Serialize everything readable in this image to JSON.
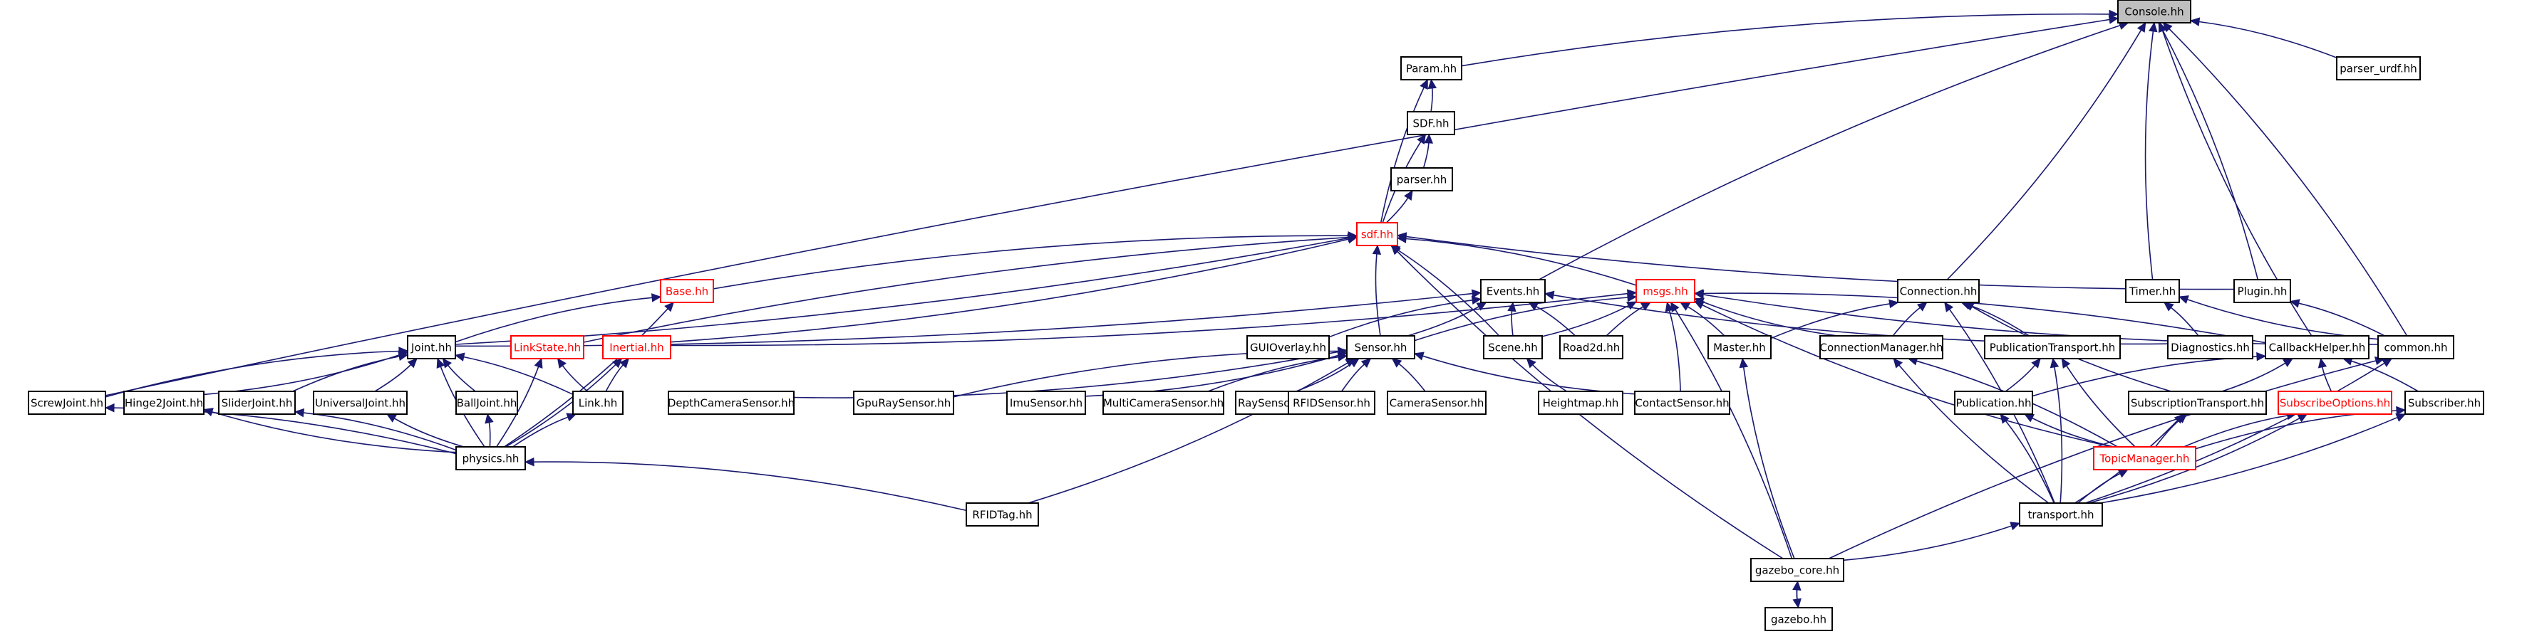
{
  "diagram": {
    "colors": {
      "edge": "#191970",
      "node_border": "#000000",
      "highlight_border": "#ff0000",
      "root_fill": "#bfbfbf"
    },
    "nodes": [
      {
        "id": "console",
        "label": "Console.hh",
        "style": "root"
      },
      {
        "id": "param",
        "label": "Param.hh"
      },
      {
        "id": "parser_urdf",
        "label": "parser_urdf.hh"
      },
      {
        "id": "sdf_hh",
        "label": "SDF.hh"
      },
      {
        "id": "parser",
        "label": "parser.hh"
      },
      {
        "id": "sdf",
        "label": "sdf.hh",
        "style": "red"
      },
      {
        "id": "base",
        "label": "Base.hh",
        "style": "red"
      },
      {
        "id": "events",
        "label": "Events.hh"
      },
      {
        "id": "msgs",
        "label": "msgs.hh",
        "style": "red"
      },
      {
        "id": "connection",
        "label": "Connection.hh"
      },
      {
        "id": "timer",
        "label": "Timer.hh"
      },
      {
        "id": "plugin",
        "label": "Plugin.hh"
      },
      {
        "id": "joint",
        "label": "Joint.hh"
      },
      {
        "id": "linkstate",
        "label": "LinkState.hh",
        "style": "red"
      },
      {
        "id": "inertial",
        "label": "Inertial.hh",
        "style": "red"
      },
      {
        "id": "guioverlay",
        "label": "GUIOverlay.hh"
      },
      {
        "id": "sensor",
        "label": "Sensor.hh"
      },
      {
        "id": "scene",
        "label": "Scene.hh"
      },
      {
        "id": "road2d",
        "label": "Road2d.hh"
      },
      {
        "id": "master",
        "label": "Master.hh"
      },
      {
        "id": "connmgr",
        "label": "ConnectionManager.hh"
      },
      {
        "id": "pubtransport",
        "label": "PublicationTransport.hh"
      },
      {
        "id": "diagnostics",
        "label": "Diagnostics.hh"
      },
      {
        "id": "callbackhelper",
        "label": "CallbackHelper.hh"
      },
      {
        "id": "common",
        "label": "common.hh"
      },
      {
        "id": "screwjoint",
        "label": "ScrewJoint.hh"
      },
      {
        "id": "hinge2joint",
        "label": "Hinge2Joint.hh"
      },
      {
        "id": "sliderjoint",
        "label": "SliderJoint.hh"
      },
      {
        "id": "universaljoint",
        "label": "UniversalJoint.hh"
      },
      {
        "id": "balljoint",
        "label": "BallJoint.hh"
      },
      {
        "id": "link",
        "label": "Link.hh"
      },
      {
        "id": "depthcam",
        "label": "DepthCameraSensor.hh"
      },
      {
        "id": "gpuray",
        "label": "GpuRaySensor.hh"
      },
      {
        "id": "imu",
        "label": "ImuSensor.hh"
      },
      {
        "id": "multicam",
        "label": "MultiCameraSensor.hh"
      },
      {
        "id": "ray",
        "label": "RaySensor.hh"
      },
      {
        "id": "rfidsensor",
        "label": "RFIDSensor.hh"
      },
      {
        "id": "camera",
        "label": "CameraSensor.hh"
      },
      {
        "id": "heightmap",
        "label": "Heightmap.hh"
      },
      {
        "id": "contact",
        "label": "ContactSensor.hh"
      },
      {
        "id": "publication",
        "label": "Publication.hh"
      },
      {
        "id": "subtransport",
        "label": "SubscriptionTransport.hh"
      },
      {
        "id": "subopts",
        "label": "SubscribeOptions.hh",
        "style": "red"
      },
      {
        "id": "subscriber",
        "label": "Subscriber.hh"
      },
      {
        "id": "physics",
        "label": "physics.hh"
      },
      {
        "id": "topicmgr",
        "label": "TopicManager.hh",
        "style": "red"
      },
      {
        "id": "rfidtag",
        "label": "RFIDTag.hh"
      },
      {
        "id": "transport",
        "label": "transport.hh"
      },
      {
        "id": "gazebo_core",
        "label": "gazebo_core.hh"
      },
      {
        "id": "gazebo",
        "label": "gazebo.hh"
      }
    ],
    "edges": [
      [
        "param",
        "console"
      ],
      [
        "parser_urdf",
        "console"
      ],
      [
        "events",
        "console"
      ],
      [
        "connection",
        "console"
      ],
      [
        "timer",
        "console"
      ],
      [
        "plugin",
        "console"
      ],
      [
        "callbackhelper",
        "console"
      ],
      [
        "common",
        "console"
      ],
      [
        "screwjoint",
        "console"
      ],
      [
        "sdf_hh",
        "param"
      ],
      [
        "sdf",
        "param"
      ],
      [
        "parser",
        "sdf_hh"
      ],
      [
        "sdf",
        "sdf_hh"
      ],
      [
        "sdf",
        "parser"
      ],
      [
        "base",
        "sdf"
      ],
      [
        "msgs",
        "sdf"
      ],
      [
        "plugin",
        "sdf"
      ],
      [
        "joint",
        "sdf"
      ],
      [
        "linkstate",
        "sdf"
      ],
      [
        "inertial",
        "sdf"
      ],
      [
        "sensor",
        "sdf"
      ],
      [
        "scene",
        "sdf"
      ],
      [
        "gazebo_core",
        "sdf"
      ],
      [
        "physics",
        "base"
      ],
      [
        "joint",
        "base"
      ],
      [
        "sensor",
        "events"
      ],
      [
        "scene",
        "events"
      ],
      [
        "road2d",
        "events"
      ],
      [
        "guioverlay",
        "events"
      ],
      [
        "joint",
        "events"
      ],
      [
        "diagnostics",
        "events"
      ],
      [
        "inertial",
        "msgs"
      ],
      [
        "sensor",
        "msgs"
      ],
      [
        "scene",
        "msgs"
      ],
      [
        "road2d",
        "msgs"
      ],
      [
        "master",
        "msgs"
      ],
      [
        "connmgr",
        "msgs"
      ],
      [
        "contact",
        "msgs"
      ],
      [
        "topicmgr",
        "msgs"
      ],
      [
        "callbackhelper",
        "msgs"
      ],
      [
        "common",
        "msgs"
      ],
      [
        "gazebo_core",
        "msgs"
      ],
      [
        "connmgr",
        "connection"
      ],
      [
        "pubtransport",
        "connection"
      ],
      [
        "subtransport",
        "connection"
      ],
      [
        "transport",
        "connection"
      ],
      [
        "master",
        "connection"
      ],
      [
        "diagnostics",
        "timer"
      ],
      [
        "common",
        "timer"
      ],
      [
        "common",
        "plugin"
      ],
      [
        "screwjoint",
        "joint"
      ],
      [
        "hinge2joint",
        "joint"
      ],
      [
        "sliderjoint",
        "joint"
      ],
      [
        "universaljoint",
        "joint"
      ],
      [
        "balljoint",
        "joint"
      ],
      [
        "link",
        "joint"
      ],
      [
        "physics",
        "joint"
      ],
      [
        "physics",
        "linkstate"
      ],
      [
        "link",
        "linkstate"
      ],
      [
        "physics",
        "inertial"
      ],
      [
        "link",
        "inertial"
      ],
      [
        "physics",
        "screwjoint"
      ],
      [
        "physics",
        "hinge2joint"
      ],
      [
        "physics",
        "sliderjoint"
      ],
      [
        "physics",
        "universaljoint"
      ],
      [
        "physics",
        "balljoint"
      ],
      [
        "physics",
        "link"
      ],
      [
        "depthcam",
        "sensor"
      ],
      [
        "gpuray",
        "sensor"
      ],
      [
        "imu",
        "sensor"
      ],
      [
        "multicam",
        "sensor"
      ],
      [
        "ray",
        "sensor"
      ],
      [
        "rfidsensor",
        "sensor"
      ],
      [
        "camera",
        "sensor"
      ],
      [
        "contact",
        "sensor"
      ],
      [
        "rfidtag",
        "sensor"
      ],
      [
        "heightmap",
        "scene"
      ],
      [
        "rfidtag",
        "physics"
      ],
      [
        "gazebo_core",
        "master"
      ],
      [
        "topicmgr",
        "connmgr"
      ],
      [
        "transport",
        "connmgr"
      ],
      [
        "publication",
        "pubtransport"
      ],
      [
        "topicmgr",
        "pubtransport"
      ],
      [
        "transport",
        "pubtransport"
      ],
      [
        "publication",
        "callbackhelper"
      ],
      [
        "subtransport",
        "callbackhelper"
      ],
      [
        "subopts",
        "callbackhelper"
      ],
      [
        "subscriber",
        "callbackhelper"
      ],
      [
        "topicmgr",
        "publication"
      ],
      [
        "transport",
        "publication"
      ],
      [
        "topicmgr",
        "subtransport"
      ],
      [
        "transport",
        "subtransport"
      ],
      [
        "topicmgr",
        "subopts"
      ],
      [
        "transport",
        "subopts"
      ],
      [
        "topicmgr",
        "subscriber"
      ],
      [
        "transport",
        "subscriber"
      ],
      [
        "transport",
        "topicmgr"
      ],
      [
        "transport",
        "common"
      ],
      [
        "gazebo_core",
        "common"
      ],
      [
        "gazebo_core",
        "transport"
      ],
      [
        "gazebo",
        "gazebo_core"
      ],
      [
        "gazebo_core",
        "gazebo"
      ]
    ]
  }
}
